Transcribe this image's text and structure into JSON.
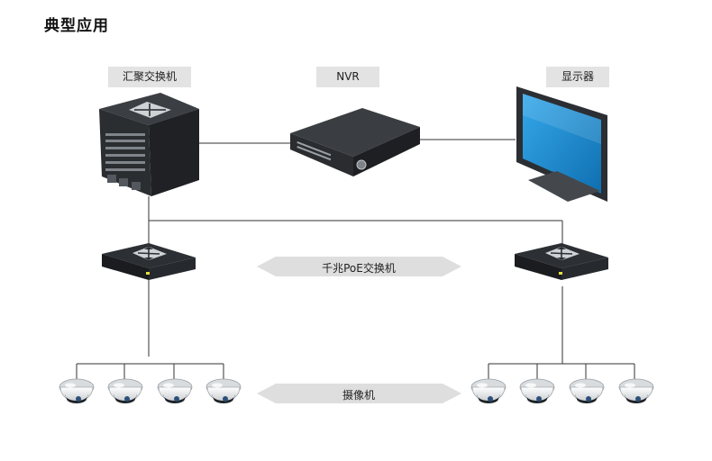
{
  "title": "典型应用",
  "labels": {
    "core_switch": "汇聚交换机",
    "nvr": "NVR",
    "monitor": "显示器",
    "poe_switch": "千兆PoE交换机",
    "camera": "摄像机"
  },
  "colors": {
    "label_bg": "#e3e3e3",
    "line": "#333333",
    "screen": "#1a86c9",
    "device_dark": "#3a3d40"
  },
  "icons": {
    "core_switch": "core-switch-icon",
    "nvr": "nvr-icon",
    "monitor": "monitor-icon",
    "poe_switch": "poe-switch-icon",
    "camera": "dome-camera-icon"
  }
}
